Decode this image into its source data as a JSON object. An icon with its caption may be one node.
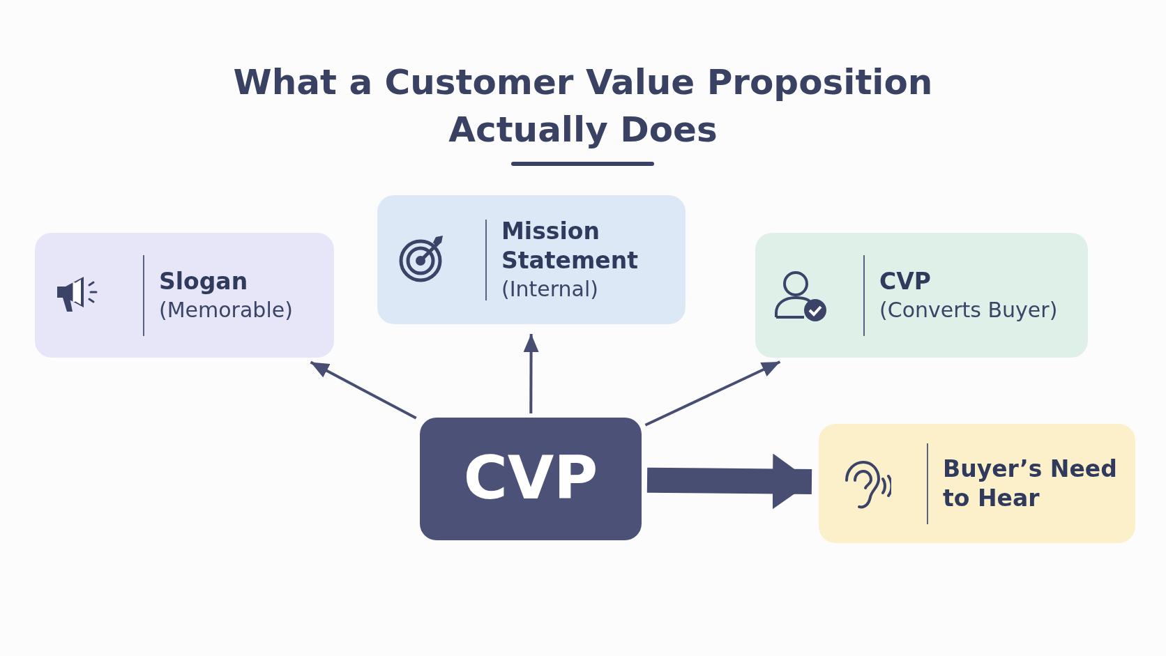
{
  "diagram": {
    "title": "What a Customer Value Proposition Actually Does",
    "nodes": [
      {
        "text": [
          "Slogan",
          "(Memorable)"
        ]
      },
      {
        "text": [
          "Mission Statement",
          "(Internal)"
        ]
      },
      {
        "text": [
          "CVP",
          "(Converts Buyer)"
        ]
      },
      {
        "text": [
          "CVP"
        ]
      },
      {
        "text": [
          "Buyer’s Need to Hear"
        ]
      }
    ],
    "edges": [
      {
        "from": 3,
        "to": 0,
        "arrow": "to"
      },
      {
        "from": 3,
        "to": 1,
        "arrow": "to"
      },
      {
        "from": 3,
        "to": 2,
        "arrow": "to"
      },
      {
        "from": 3,
        "to": 4,
        "arrow": "to",
        "style": "thick"
      }
    ]
  }
}
